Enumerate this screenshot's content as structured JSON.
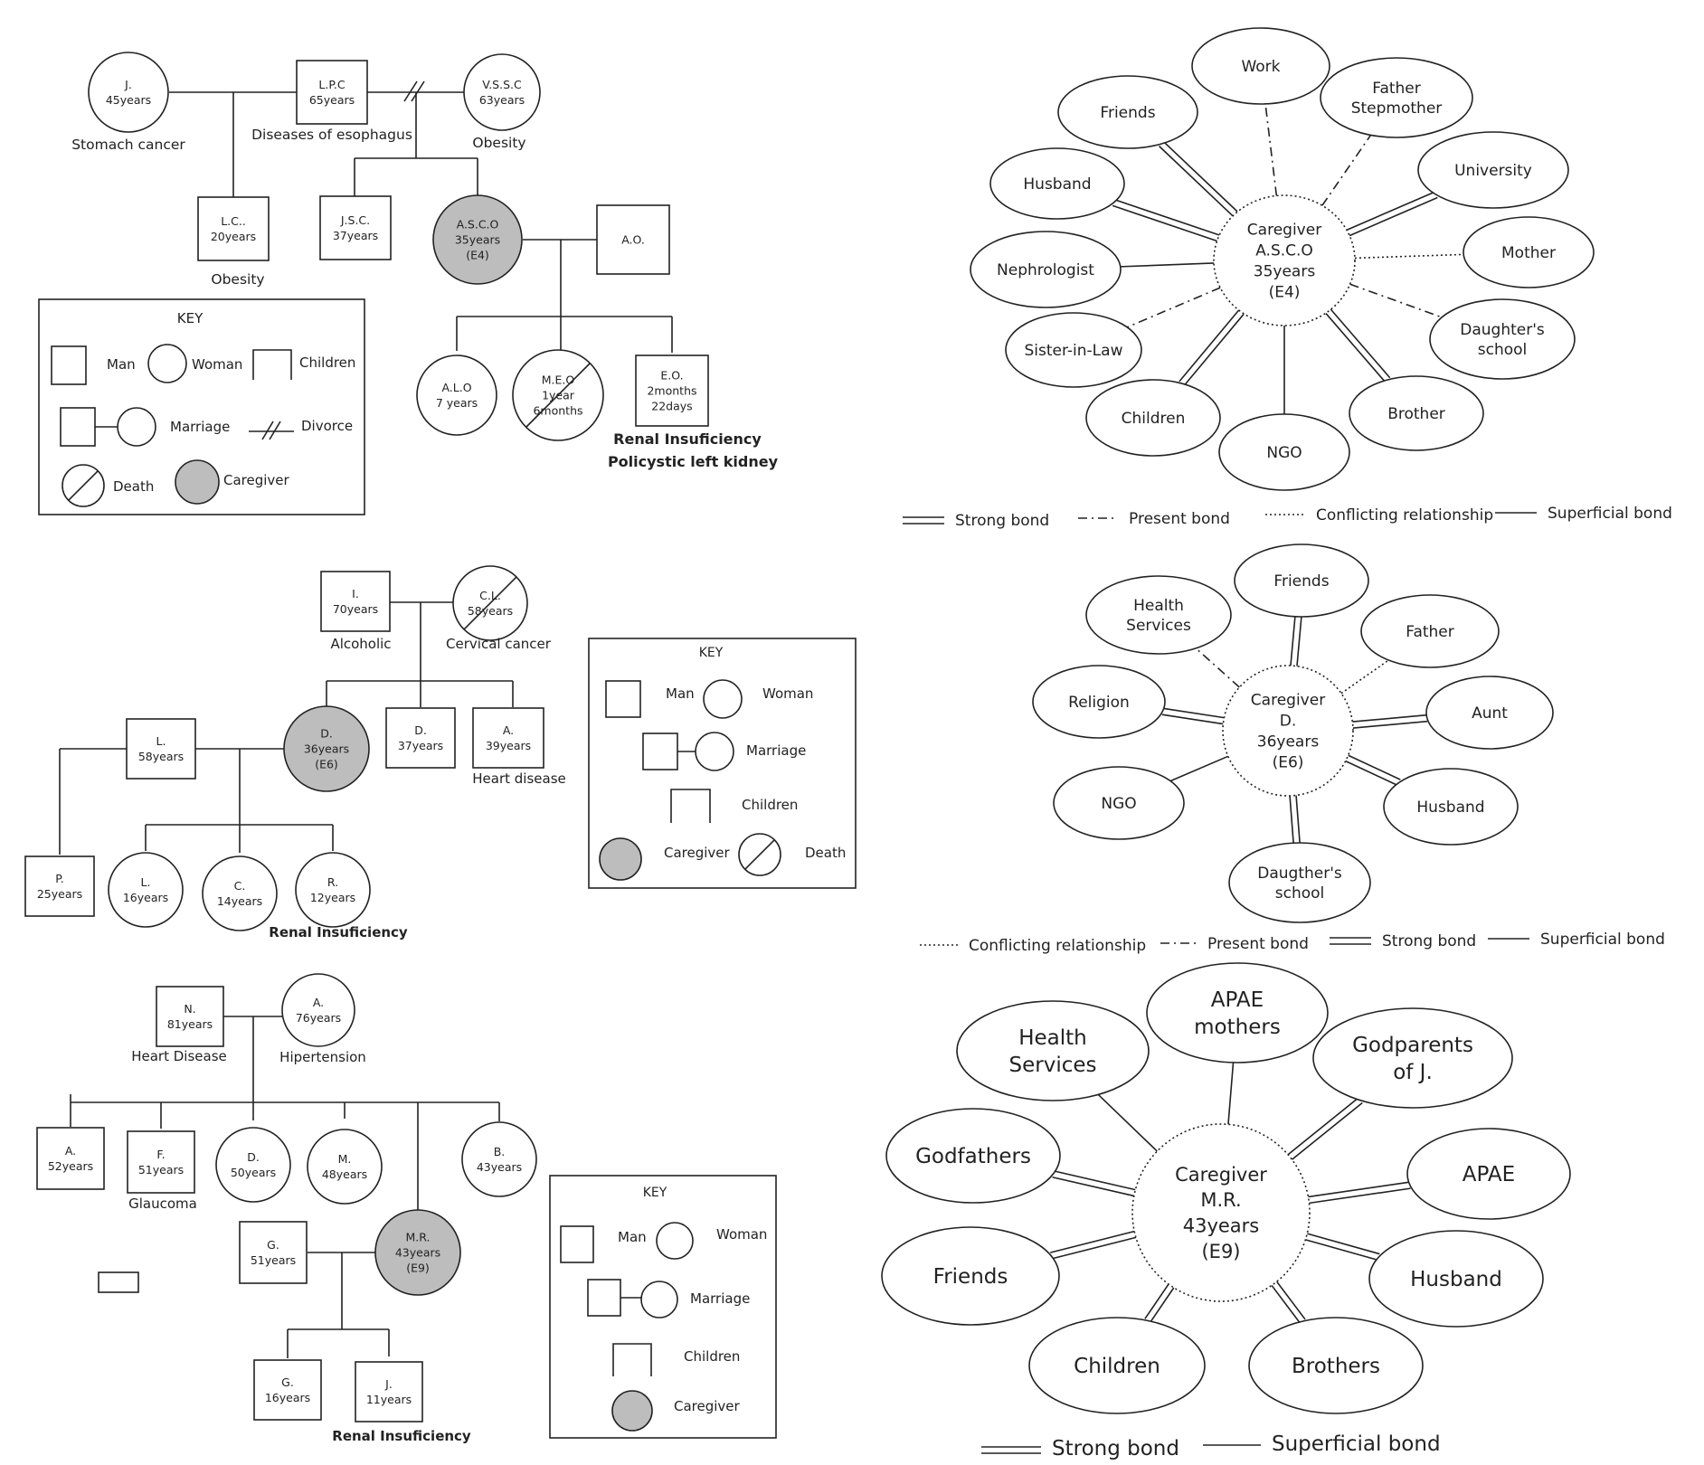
{
  "colors": {
    "caregiver_fill": "#bdbdbd",
    "line": "#222222",
    "background": "#ffffff"
  },
  "g1": {
    "members": {
      "j": {
        "name": "J.",
        "age": "45years",
        "note": "Stomach cancer"
      },
      "lpc": {
        "name": "L.P.C",
        "age": "65years",
        "note": "Diseases of esophagus"
      },
      "vssc": {
        "name": "V.S.S.C",
        "age": "63years",
        "note": "Obesity"
      },
      "lc": {
        "name": "L.C..",
        "age": "20years",
        "note": "Obesity"
      },
      "jsc": {
        "name": "J.S.C.",
        "age": "37years"
      },
      "asco": {
        "name": "A.S.C.O",
        "age": "35years",
        "code": "(E4)"
      },
      "ao": {
        "name": "A.O."
      },
      "alo": {
        "name": "A.L.O",
        "age": "7 years"
      },
      "meo": {
        "name": "M.E.O",
        "age1": "1year",
        "age2": "6months"
      },
      "eo": {
        "name": "E.O.",
        "age1": "2months",
        "age2": "22days",
        "note1": "Renal Insuficiency",
        "note2": "Policystic left kidney"
      }
    },
    "key": {
      "title": "KEY",
      "man": "Man",
      "woman": "Woman",
      "children": "Children",
      "marriage": "Marriage",
      "divorce": "Divorce",
      "death": "Death",
      "caregiver": "Caregiver"
    }
  },
  "g2": {
    "members": {
      "i": {
        "name": "I.",
        "age": "70years",
        "note": "Alcoholic"
      },
      "cl": {
        "name": "C.L.",
        "age": "58years",
        "note": "Cervical cancer"
      },
      "l": {
        "name": "L.",
        "age": "58years"
      },
      "d": {
        "name": "D.",
        "age": "36years",
        "code": "(E6)"
      },
      "d2": {
        "name": "D.",
        "age": "37years"
      },
      "a": {
        "name": "A.",
        "age": "39years",
        "note": "Heart disease"
      },
      "p": {
        "name": "P.",
        "age": "25years"
      },
      "l2": {
        "name": "L.",
        "age": "16years"
      },
      "c": {
        "name": "C.",
        "age": "14years"
      },
      "r": {
        "name": "R.",
        "age": "12years",
        "note": "Renal Insuficiency"
      }
    },
    "key": {
      "title": "KEY",
      "man": "Man",
      "woman": "Woman",
      "marriage": "Marriage",
      "children": "Children",
      "caregiver": "Caregiver",
      "death": "Death"
    }
  },
  "g3": {
    "members": {
      "n": {
        "name": "N.",
        "age": "81years",
        "note": "Heart Disease"
      },
      "a": {
        "name": "A.",
        "age": "76years",
        "note": "Hipertension"
      },
      "a52": {
        "name": "A.",
        "age": "52years"
      },
      "f": {
        "name": "F.",
        "age": "51years",
        "note": "Glaucoma"
      },
      "d": {
        "name": "D.",
        "age": "50years"
      },
      "m": {
        "name": "M.",
        "age": "48years"
      },
      "b": {
        "name": "B.",
        "age": "43years"
      },
      "g": {
        "name": "G.",
        "age": "51years"
      },
      "mr": {
        "name": "M.R.",
        "age": "43years",
        "code": "(E9)"
      },
      "g16": {
        "name": "G.",
        "age": "16years"
      },
      "j": {
        "name": "J.",
        "age": "11years",
        "note": "Renal Insuficiency"
      }
    },
    "key": {
      "title": "KEY",
      "man": "Man",
      "woman": "Woman",
      "marriage": "Marriage",
      "children": "Children",
      "caregiver": "Caregiver"
    }
  },
  "eco1": {
    "center": [
      "Caregiver",
      "A.S.C.O",
      "35years",
      "(E4)"
    ],
    "nodes": {
      "work": [
        "Work"
      ],
      "father": [
        "Father",
        "Stepmother"
      ],
      "friends": [
        "Friends"
      ],
      "husband": [
        "Husband"
      ],
      "university": [
        "University"
      ],
      "nephrologist": [
        "Nephrologist"
      ],
      "mother": [
        "Mother"
      ],
      "sister": [
        "Sister-in-Law"
      ],
      "daughters": [
        "Daughter's",
        "school"
      ],
      "children": [
        "Children"
      ],
      "brother": [
        "Brother"
      ],
      "ngo": [
        "NGO"
      ]
    },
    "legend": {
      "strong": "Strong bond",
      "present": "Present bond",
      "conflict": "Conflicting relationship",
      "superficial": "Superficial bond"
    }
  },
  "eco2": {
    "center": [
      "Caregiver",
      "D.",
      "36years",
      "(E6)"
    ],
    "nodes": {
      "health": [
        "Health",
        "Services"
      ],
      "friends": [
        "Friends"
      ],
      "father": [
        "Father"
      ],
      "religion": [
        "Religion"
      ],
      "aunt": [
        "Aunt"
      ],
      "ngo": [
        "NGO"
      ],
      "husband": [
        "Husband"
      ],
      "daughters": [
        "Daugther's",
        "school"
      ]
    },
    "legend": {
      "conflict": "Conflicting relationship",
      "present": "Present bond",
      "strong": "Strong bond",
      "superficial": "Superficial bond"
    }
  },
  "eco3": {
    "center": [
      "Caregiver",
      "M.R.",
      "43years",
      "(E9)"
    ],
    "nodes": {
      "apae_mothers": [
        "APAE",
        "mothers"
      ],
      "health": [
        "Health",
        "Services"
      ],
      "godparents": [
        "Godparents",
        "of J."
      ],
      "godfathers": [
        "Godfathers"
      ],
      "apae": [
        "APAE"
      ],
      "friends": [
        "Friends"
      ],
      "husband": [
        "Husband"
      ],
      "children": [
        "Children"
      ],
      "brothers": [
        "Brothers"
      ]
    },
    "legend": {
      "strong": "Strong bond",
      "superficial": "Superficial bond"
    }
  }
}
